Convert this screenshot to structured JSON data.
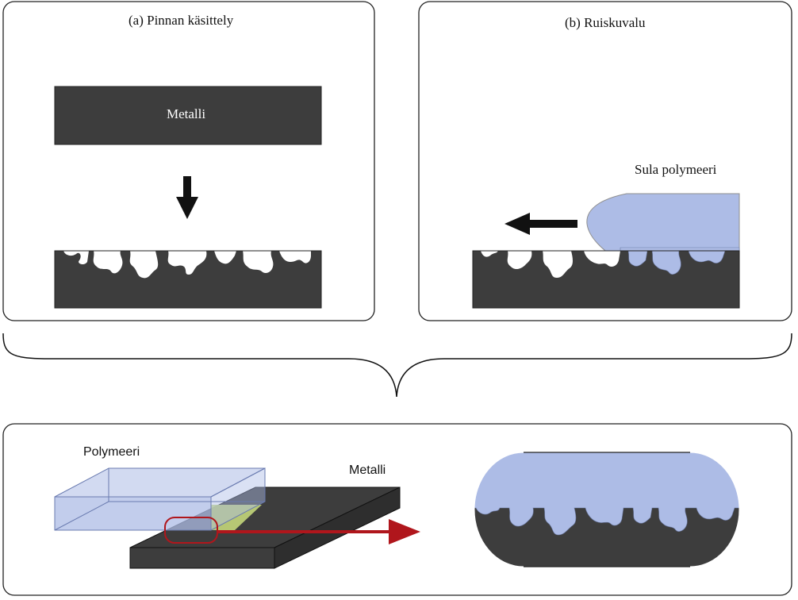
{
  "panel_a": {
    "title": "(a) Pinnan käsittely",
    "metal_label": "Metalli"
  },
  "panel_b": {
    "title": "(b) Ruiskuvalu",
    "melt_label": "Sula polymeeri"
  },
  "panel_c": {
    "polymer_label": "Polymeeri",
    "metal_label": "Metalli"
  },
  "colors": {
    "metal": "#3d3d3d",
    "polymer": "#adbce6",
    "overlap": "#c3d67a",
    "red_arrow": "#b0161c",
    "black_arrow": "#111111",
    "frame": "#222222"
  }
}
